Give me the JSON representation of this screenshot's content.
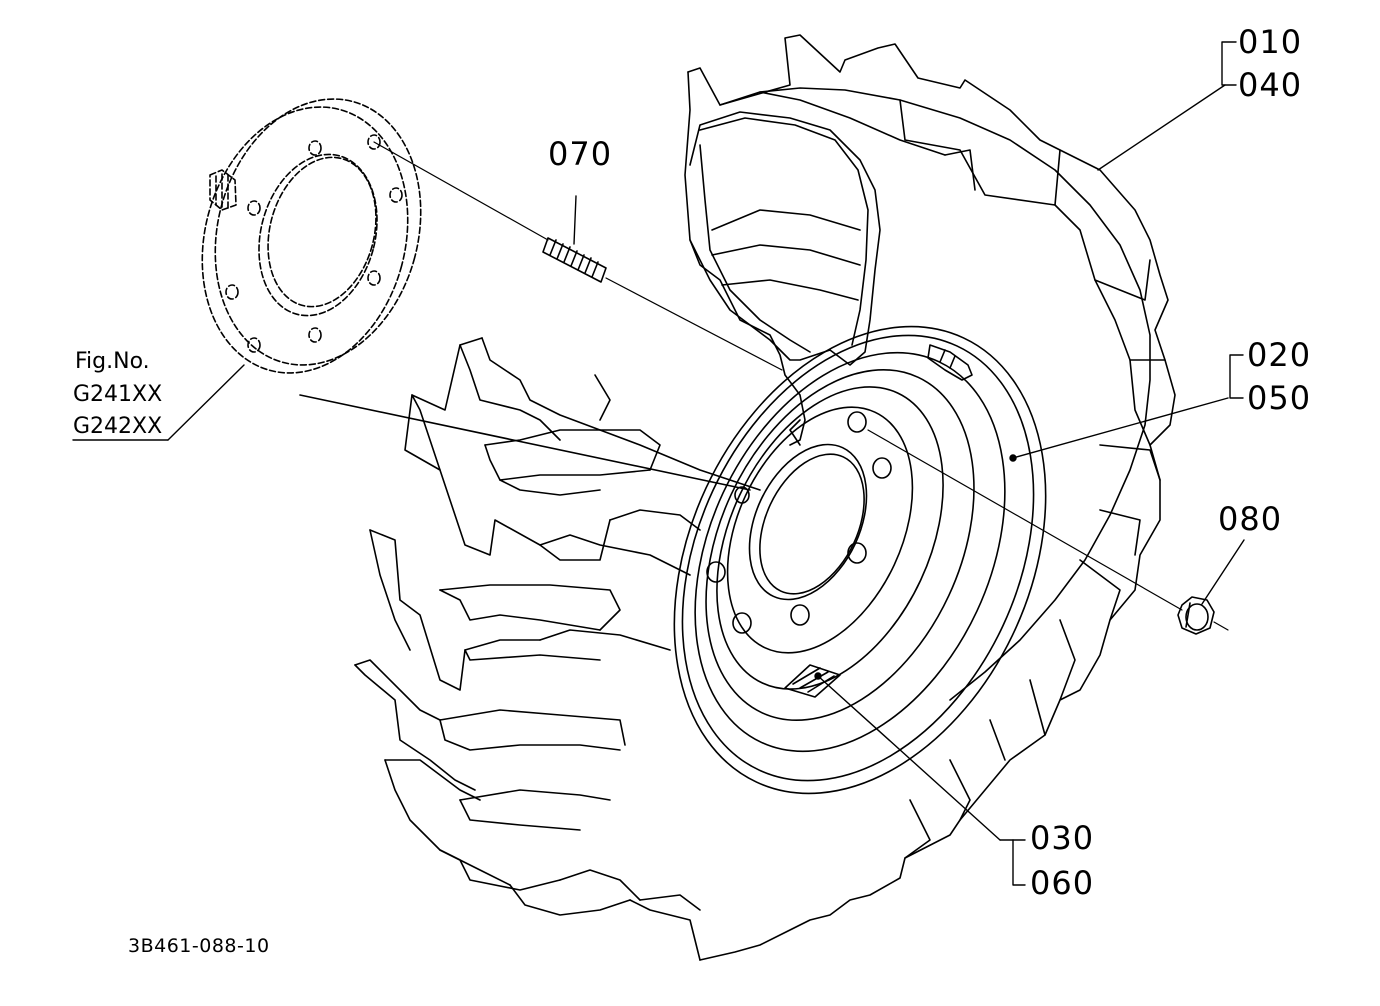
{
  "callouts": {
    "c010": "010",
    "c040": "040",
    "c020": "020",
    "c050": "050",
    "c070": "070",
    "c080": "080",
    "c030": "030",
    "c060": "060"
  },
  "fig_ref": {
    "label": "Fig.No.",
    "ref1": "G241XX",
    "ref2": "G242XX"
  },
  "drawing_code": "3B461-088-10"
}
